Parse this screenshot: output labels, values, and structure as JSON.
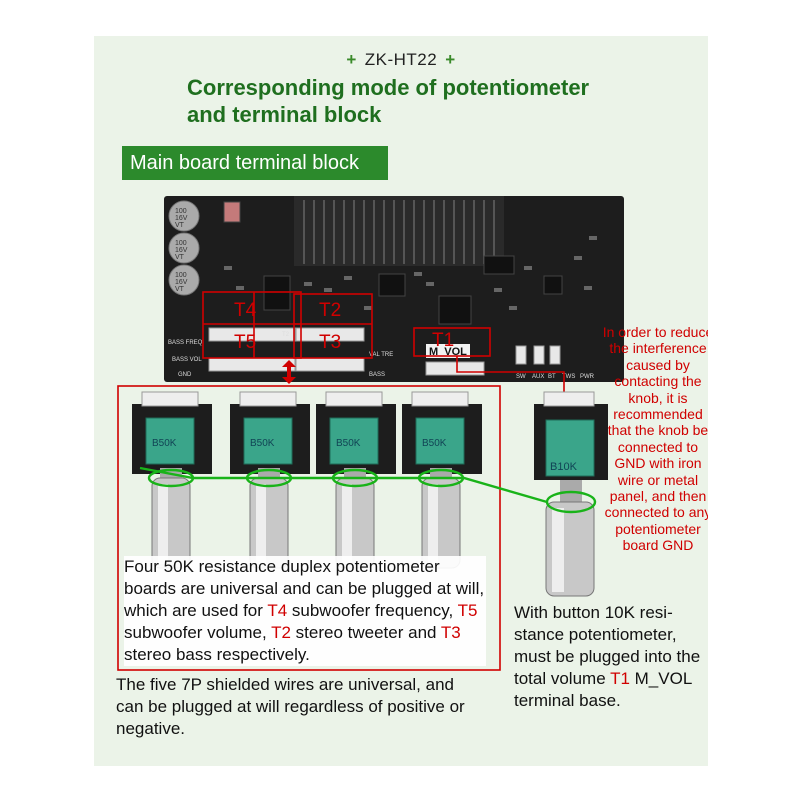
{
  "header": {
    "model": "ZK-HT22",
    "plus": "+",
    "title_line1": "Corresponding mode of potentiometer",
    "title_line2": "and terminal block"
  },
  "banner": {
    "label": "Main board terminal block"
  },
  "board": {
    "silkscreen": {
      "bass_freq": "BASS FREQ",
      "bass_vol": "BASS VOL",
      "gnd": "GND",
      "t2": "T2",
      "t3": "T3",
      "mvol": "M_VOL",
      "val_tre": "VAL TRE",
      "bass": "BASS",
      "inputs": [
        "SW",
        "AUX",
        "BT",
        "TWS",
        "PWR"
      ]
    },
    "caps": [
      "100",
      "16V",
      "VT"
    ]
  },
  "terminals": {
    "t4": "T4",
    "t2": "T2",
    "t5": "T5",
    "t3": "T3",
    "t1": "T1"
  },
  "pots": {
    "labels": [
      "B50K",
      "B50K",
      "B50K",
      "B50K",
      "B10K"
    ]
  },
  "side_note": "In order to reduce the interference caused by contacting the knob, it is recommended that the knob be connected to GND with iron wire or metal panel, and then connected to any potentiometer board GND",
  "desc1": {
    "text_a": "Four 50K resistance duplex potentiometer boards are universal and can be plugged at will, which are used for ",
    "t4": "T4",
    "text_b": " subwoofer frequency, ",
    "t5": "T5",
    "text_c": " subwoofer volume, ",
    "t2": "T2",
    "text_d": " stereo tweeter and ",
    "t3": "T3",
    "text_e": " stereo bass respectively."
  },
  "desc2": {
    "text_a": "With button 10K resi-stance potentiometer, must be plugged into the total volume ",
    "t1": "T1",
    "text_b": " M_VOL terminal base."
  },
  "desc3": {
    "text": "The five 7P shielded wires are universal, and can be plugged at will regardless of positive or negative."
  },
  "colors": {
    "title_green": "#1f6f1f",
    "banner_green": "#2c8a2c",
    "annotation_red": "#d00000",
    "ground_wire_green": "#19b319",
    "pcb_black": "#1d1d1d",
    "pot_green": "#3aa58a"
  }
}
